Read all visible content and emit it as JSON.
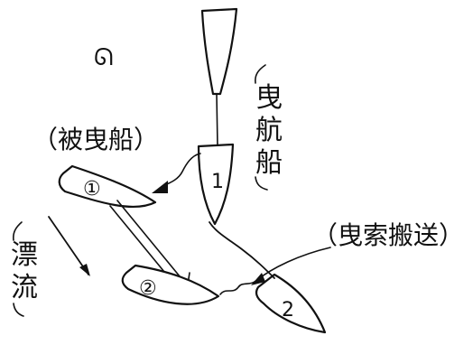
{
  "labels": {
    "towing_ship_chars": [
      "曳",
      "航",
      "船"
    ],
    "towed_ship": "（被曳船）",
    "tow_rope_transport": "（曳索搬送）",
    "drift_chars": [
      "漂",
      "流"
    ],
    "wind_symbol": "ᘏ"
  },
  "markers": {
    "towing_ship_upper": "1",
    "towing_ship_lower": "2",
    "towed_ship_upper": "①",
    "towed_ship_lower": "②"
  },
  "colors": {
    "ink": "#111111",
    "background": "#ffffff"
  }
}
